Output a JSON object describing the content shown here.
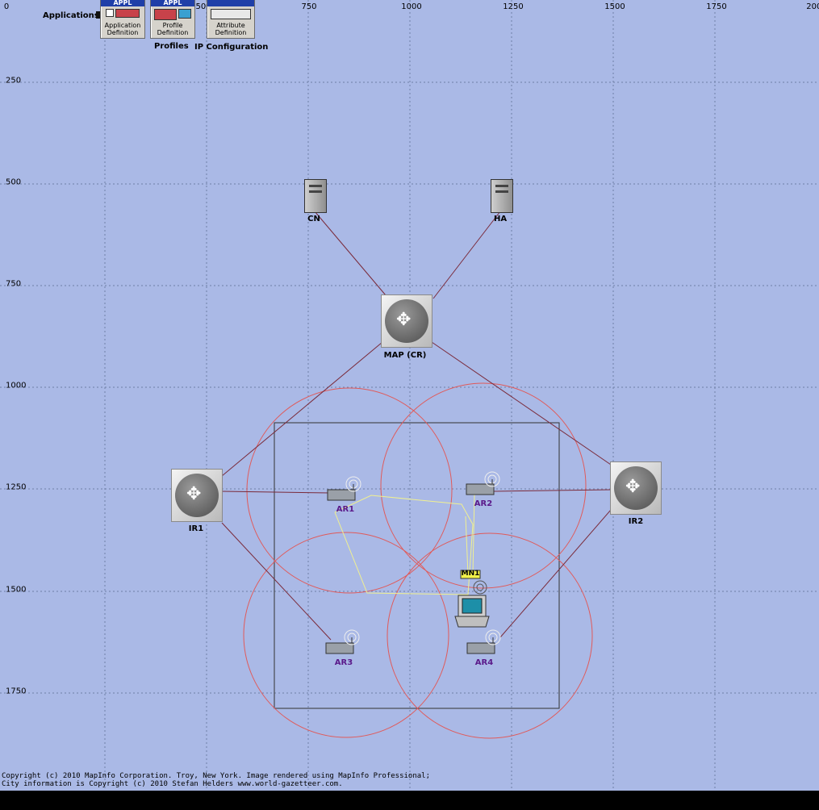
{
  "axis": {
    "x_ticks": [
      "0",
      "500",
      "750",
      "1000",
      "1250",
      "1500",
      "1750",
      "2000"
    ],
    "y_ticks": [
      "250",
      "500",
      "750",
      "1000",
      "1250",
      "1500",
      "1750"
    ]
  },
  "palette": {
    "applications_label": "Applications",
    "app_def": {
      "band": "APPL",
      "caption": "Application Definition"
    },
    "profile_def": {
      "band": "APPL",
      "caption": "Profile Definition",
      "label": "Profiles"
    },
    "attr_def": {
      "band": "",
      "caption": "Attribute Definition",
      "label": "IP Configuration"
    }
  },
  "nodes": {
    "cn": "CN",
    "ha": "HA",
    "map": "MAP (CR)",
    "ir1": "IR1",
    "ir2": "IR2",
    "ar1": "AR1",
    "ar2": "AR2",
    "ar3": "AR3",
    "ar4": "AR4",
    "mn1": "MN1"
  },
  "colors": {
    "background": "#aab9e6",
    "link": "#7a2a3a",
    "coverage": "#e05a5a",
    "trajectory": "#f0f090",
    "label_ap": "#5a1a8a"
  },
  "copyright": "Copyright (c) 2010 MapInfo Corporation. Troy, New York. Image rendered using MapInfo Professional;\nCity information is Copyright (c) 2010 Stefan Helders www.world-gazetteer.com."
}
